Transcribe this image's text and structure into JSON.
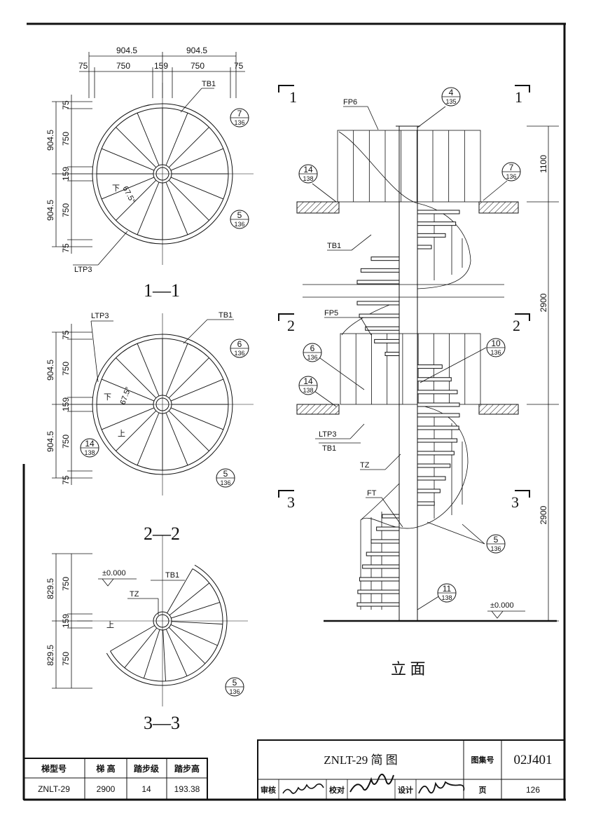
{
  "plan_1": {
    "title": "1—1",
    "dims_top": {
      "half_left": "904.5",
      "half_right": "904.5",
      "edge_left": "75",
      "tread_left": "750",
      "center": "159",
      "tread_right": "750",
      "edge_right": "75"
    },
    "dims_left": {
      "top_edge": "75",
      "top_tread": "750",
      "top_half": "904.5",
      "center": "159",
      "bot_half": "904.5",
      "bot_tread": "750",
      "bot_edge": "75"
    },
    "labels": {
      "tb1": "TB1",
      "ltp3": "LTP3",
      "down": "下",
      "angle": "67.5°"
    },
    "callouts": [
      {
        "num": "7",
        "den": "136"
      },
      {
        "num": "5",
        "den": "136"
      }
    ]
  },
  "plan_2": {
    "title": "2—2",
    "dims_left": {
      "top_edge": "75",
      "top_tread": "750",
      "top_half": "904.5",
      "center": "159",
      "bot_half": "904.5",
      "bot_tread": "750",
      "bot_edge": "75"
    },
    "labels": {
      "tb1": "TB1",
      "ltp3": "LTP3",
      "down": "下",
      "up": "上",
      "angle": "67.5°"
    },
    "callouts": [
      {
        "num": "6",
        "den": "136"
      },
      {
        "num": "14",
        "den": "138"
      },
      {
        "num": "5",
        "den": "136"
      }
    ]
  },
  "plan_3": {
    "title": "3—3",
    "dims_left": {
      "top_half": "829.5",
      "top_tread": "750",
      "center": "159",
      "bot_half": "829.5",
      "bot_tread": "750"
    },
    "labels": {
      "level": "±0.000",
      "tb1": "TB1",
      "tz": "TZ",
      "up": "上"
    },
    "callouts": [
      {
        "num": "5",
        "den": "136"
      }
    ]
  },
  "elevation": {
    "title": "立  面",
    "section_marks": [
      "1",
      "1",
      "2",
      "2",
      "3",
      "3"
    ],
    "dims_right": [
      "1100",
      "2900",
      "2900"
    ],
    "labels": {
      "fp6": "FP6",
      "fp5": "FP5",
      "tb1a": "TB1",
      "tb1b": "TB1",
      "ltp3": "LTP3",
      "tz": "TZ",
      "ft": "FT",
      "level": "±0.000"
    },
    "callouts": [
      {
        "num": "4",
        "den": "135"
      },
      {
        "num": "14",
        "den": "138"
      },
      {
        "num": "7",
        "den": "136"
      },
      {
        "num": "10",
        "den": "136"
      },
      {
        "num": "6",
        "den": "136"
      },
      {
        "num": "14",
        "den": "138"
      },
      {
        "num": "5",
        "den": "136"
      },
      {
        "num": "11",
        "den": "138"
      }
    ]
  },
  "spec_table": {
    "headers": [
      "梯型号",
      "梯  高",
      "踏步级",
      "踏步高"
    ],
    "row": [
      "ZNLT-29",
      "2900",
      "14",
      "193.38"
    ]
  },
  "title_block": {
    "title": "ZNLT-29  简  图",
    "atlas_label": "图集号",
    "atlas_code": "02J401",
    "review_label": "审核",
    "check_label": "校对",
    "design_label": "设计",
    "page_label": "页",
    "page_number": "126"
  }
}
